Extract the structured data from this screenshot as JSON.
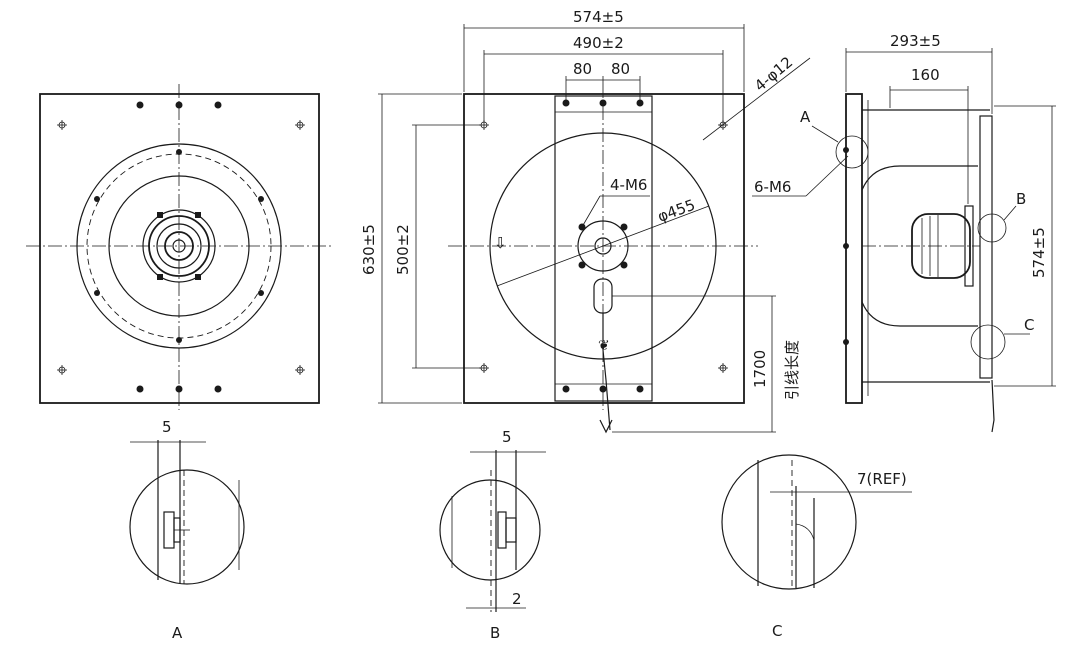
{
  "dims": {
    "d574_top": "574±5",
    "d490": "490±2",
    "d80_left": "80",
    "d80_right": "80",
    "d4phi12": "4-φ12",
    "d4m6": "4-M6",
    "dphi455": "φ455",
    "d630": "630±5",
    "d500": "500±2",
    "d1700": "1700",
    "lead_length": "引线长度",
    "d293": "293±5",
    "d160": "160",
    "d6m6": "6-M6",
    "d574_side": "574±5",
    "callout_a": "A",
    "callout_b": "B",
    "callout_c": "C"
  },
  "details": {
    "a_dim": "5",
    "a_label": "A",
    "b_dim_top": "5",
    "b_dim_bottom": "2",
    "b_label": "B",
    "c_dim": "7(REF)",
    "c_label": "C"
  }
}
